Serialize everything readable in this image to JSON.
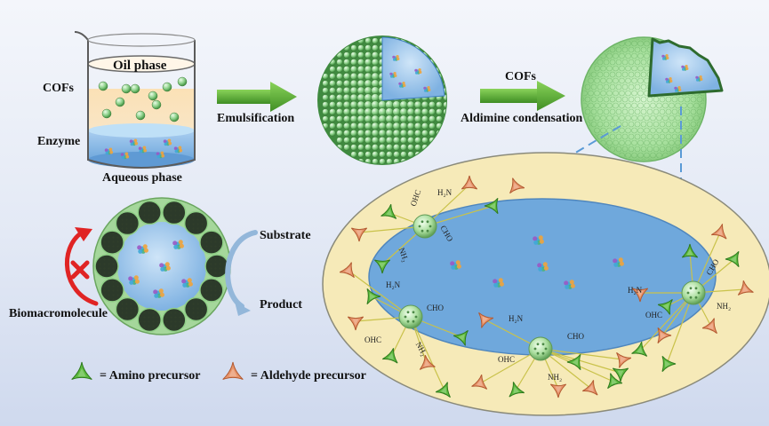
{
  "labels": {
    "oil_phase": "Oil phase",
    "cofs_left": "COFs",
    "enzyme": "Enzyme",
    "aqueous_phase": "Aqueous phase",
    "emulsification": "Emulsification",
    "cofs_right": "COFs",
    "aldimine_condensation": "Aldimine condensation",
    "substrate": "Substrate",
    "product": "Product",
    "biomacromolecule": "Biomacromolecule"
  },
  "legend": {
    "amino": "= Amino precursor",
    "aldehyde": "= Aldehyde precursor"
  },
  "chem": {
    "ohc": "OHC",
    "cho": "CHO",
    "h2n": "H₂N",
    "nh2": "NH₂"
  },
  "colors": {
    "cof_green": "#8fd28c",
    "amino_green": "#5dbb3e",
    "aldehyde_orange": "#e8946a",
    "arrow_green": "#5aa832",
    "aqueous_blue": "#6fa8dc",
    "ring_cream": "#f6eab8",
    "block_red": "#e02424"
  }
}
